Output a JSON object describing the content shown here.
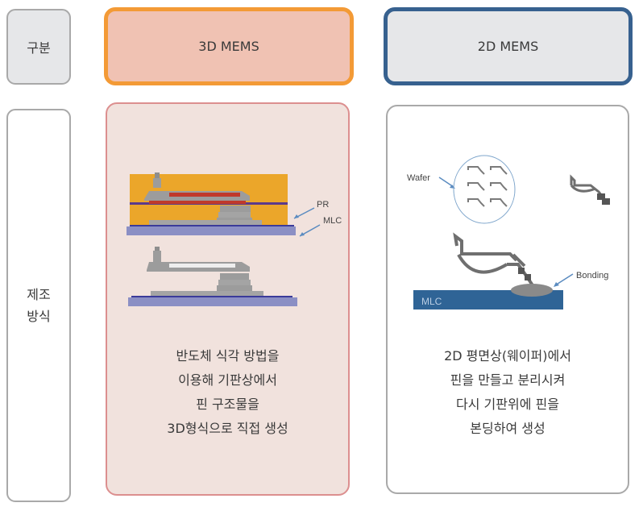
{
  "header": {
    "category_label": "구분",
    "col_3d": "3D MEMS",
    "col_2d": "2D MEMS"
  },
  "rows": [
    {
      "label_lines": [
        "제조",
        "방식"
      ],
      "col_3d": {
        "figure": {
          "labels": {
            "pr": "PR",
            "mlc": "MLC"
          }
        },
        "description_lines": [
          "반도체 식각 방법을",
          "이용해 기판상에서",
          "핀 구조물을",
          "3D형식으로 직접 생성"
        ]
      },
      "col_2d": {
        "figure": {
          "labels": {
            "wafer": "Wafer",
            "bonding": "Bonding",
            "mlc": "MLC"
          }
        },
        "description_lines": [
          "2D 평면상(웨이퍼)에서",
          "핀을 만들고 분리시켜",
          "다시 기판위에 핀을",
          "본딩하여 생성"
        ]
      }
    }
  ],
  "colors": {
    "accent_3d_border": "#f39a36",
    "accent_3d_fill": "#f0c2b3",
    "accent_2d_border": "#37618f",
    "header_fill": "#e6e7e9",
    "card_3d_fill": "#f1e2dd",
    "card_3d_border": "#dc8f8f",
    "pr_yellow": "#eba62a",
    "mlc_blue": "#2f6496",
    "substrate_purple": "#8b8fc4"
  }
}
